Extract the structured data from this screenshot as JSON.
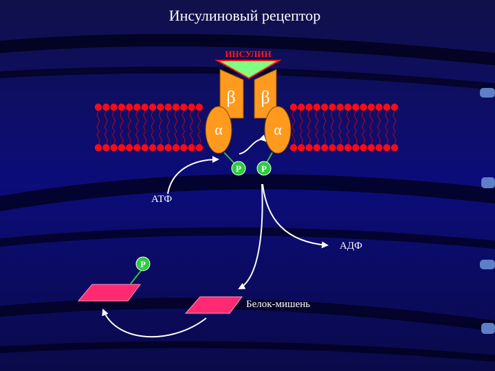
{
  "title": "Инсулиновый рецептор",
  "insulin_label": "ИНСУЛИН",
  "beta_left": "β",
  "beta_right": "β",
  "alpha_left": "α",
  "alpha_right": "α",
  "phosphate_left": "P",
  "phosphate_right": "P",
  "phosphate_target": "P",
  "atp_label": "АТФ",
  "adp_label": "АДФ",
  "target_protein_label": "Белок-мишень",
  "colors": {
    "background": "#0a0a3a",
    "lipid_head": "#ff0a14",
    "beta_subunit": "#ff9a1e",
    "alpha_subunit": "#ff9a1e",
    "phosphate": "#2ecc40",
    "insulin": "#80ff80",
    "target_protein": "#ff2a72",
    "arrow": "#ffffff"
  }
}
